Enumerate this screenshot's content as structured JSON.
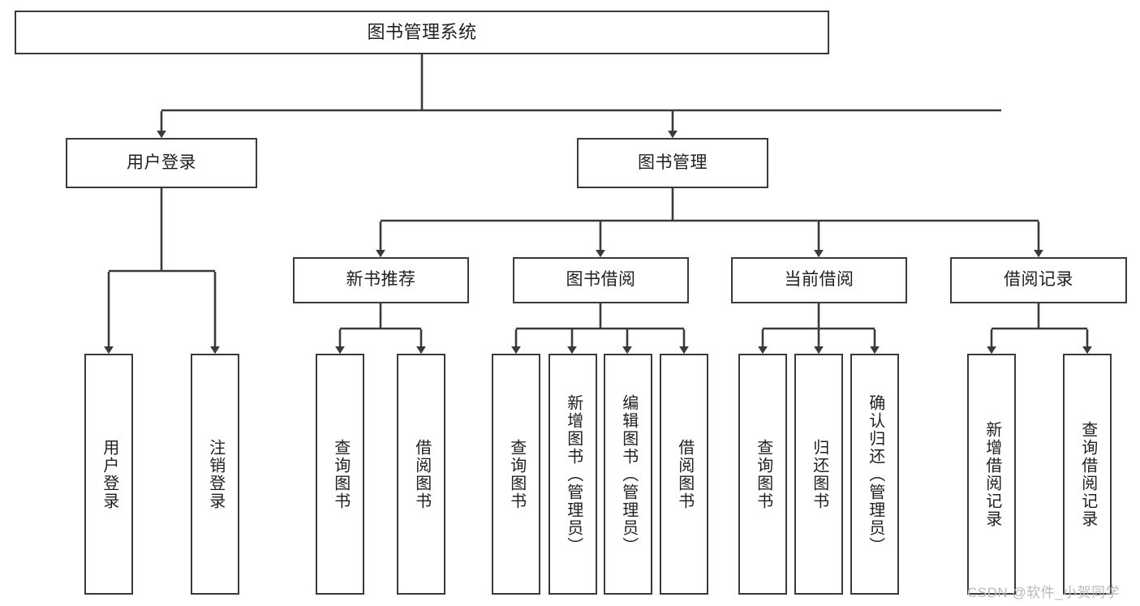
{
  "diagram": {
    "type": "hierarchy-tree",
    "title": "图书管理系统",
    "watermark": "CSDN @软件_小贺同学",
    "colors": {
      "box_border": "#3a3a3a",
      "box_fill": "#ffffff",
      "connector": "#3a3a3a",
      "text": "#1f1f1f",
      "watermark": "#b9b9b9"
    },
    "levels": {
      "level1": [
        {
          "id": "root",
          "label": "图书管理系统"
        }
      ],
      "level2": [
        {
          "id": "user-login",
          "label": "用户登录",
          "parent": "root"
        },
        {
          "id": "book-manage",
          "label": "图书管理",
          "parent": "root"
        }
      ],
      "level3": [
        {
          "id": "new-book-recommend",
          "label": "新书推荐",
          "parent": "book-manage"
        },
        {
          "id": "book-borrow",
          "label": "图书借阅",
          "parent": "book-manage"
        },
        {
          "id": "current-borrow",
          "label": "当前借阅",
          "parent": "book-manage"
        },
        {
          "id": "borrow-record",
          "label": "借阅记录",
          "parent": "book-manage"
        }
      ],
      "leaves": [
        {
          "id": "leaf-user-login",
          "label": "用户登录",
          "parent": "user-login"
        },
        {
          "id": "leaf-logout-login",
          "label": "注销登录",
          "parent": "user-login"
        },
        {
          "id": "leaf-query-book-1",
          "label": "查询图书",
          "parent": "new-book-recommend"
        },
        {
          "id": "leaf-borrow-book-1",
          "label": "借阅图书",
          "parent": "new-book-recommend"
        },
        {
          "id": "leaf-query-book-2",
          "label": "查询图书",
          "parent": "book-borrow"
        },
        {
          "id": "leaf-add-book",
          "label": "新增图书（管理员）",
          "parent": "book-borrow"
        },
        {
          "id": "leaf-edit-book",
          "label": "编辑图书（管理员）",
          "parent": "book-borrow"
        },
        {
          "id": "leaf-borrow-book-2",
          "label": "借阅图书",
          "parent": "book-borrow"
        },
        {
          "id": "leaf-query-book-3",
          "label": "查询图书",
          "parent": "current-borrow"
        },
        {
          "id": "leaf-return-book",
          "label": "归还图书",
          "parent": "current-borrow"
        },
        {
          "id": "leaf-confirm-return",
          "label": "确认归还（管理员）",
          "parent": "current-borrow"
        },
        {
          "id": "leaf-add-record",
          "label": "新增借阅记录",
          "parent": "borrow-record"
        },
        {
          "id": "leaf-query-record",
          "label": "查询借阅记录",
          "parent": "borrow-record"
        }
      ]
    }
  }
}
